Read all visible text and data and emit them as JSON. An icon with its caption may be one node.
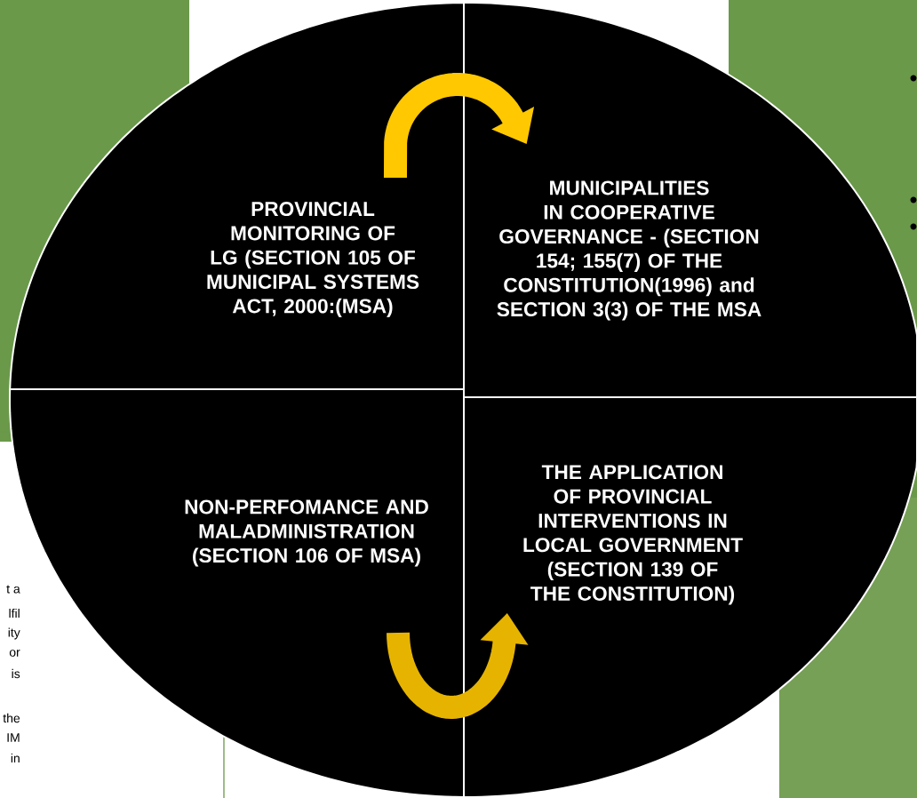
{
  "diagram": {
    "nodes": [
      {
        "text": [
          "PROVINCIAL MONITORING OF LG (SECTION 105 OF MUNICIPAL SYSTEMS ACT, 2000:(MSA)"
        ]
      },
      {
        "text": [
          "MUNICIPALITIES IN COOPERATIVE GOVERNANCE - (SECTION 154; 155(7) OF THE CONSTITUTION(1996) and SECTION 3(3) OF THE MSA"
        ]
      },
      {
        "text": [
          "NON-PERFOMANCE AND MALADMINISTRATION (SECTION 106 OF MSA)"
        ]
      },
      {
        "text": [
          "THE APPLICATION OF PROVINCIAL INTERVENTIONS IN LOCAL GOVERNMENT (SECTION 139 OF THE CONSTITUTION)"
        ]
      }
    ],
    "edges": [
      {
        "from": 0,
        "to": 1,
        "arrow": "to"
      },
      {
        "from": 2,
        "to": 3,
        "arrow": "to"
      }
    ],
    "labels": [
      "t a",
      "lfil",
      "ity",
      "or",
      "is",
      "the",
      "IM",
      "in"
    ]
  }
}
